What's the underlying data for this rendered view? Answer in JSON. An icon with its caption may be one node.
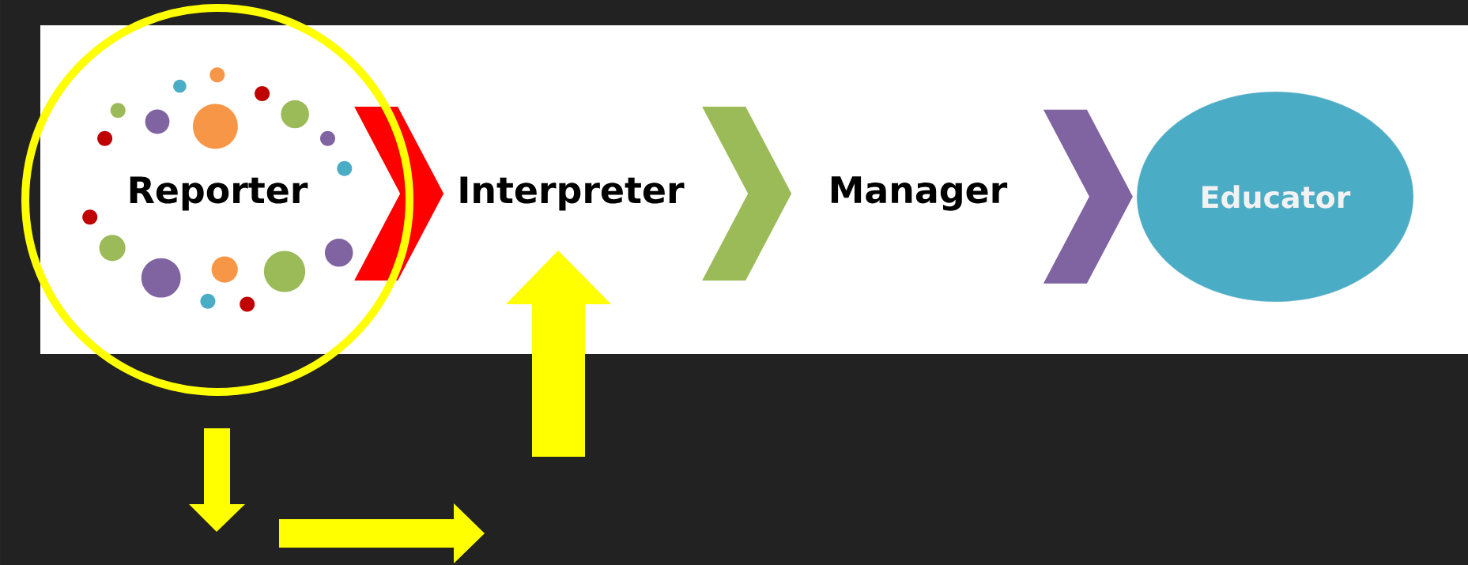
{
  "diagram": {
    "nodes": [
      {
        "text": [
          "Reporter"
        ]
      },
      {
        "text": [
          "Interpreter"
        ]
      },
      {
        "text": [
          "Manager"
        ]
      },
      {
        "text": [
          "Educator"
        ]
      }
    ],
    "edges": [
      {
        "from": 0,
        "to": 1,
        "arrow": "to",
        "color": "#ff0000"
      },
      {
        "from": 1,
        "to": 2,
        "arrow": "to",
        "color": "#9bbb59"
      },
      {
        "from": 2,
        "to": 3,
        "arrow": "to",
        "color": "#8064a2"
      }
    ]
  }
}
